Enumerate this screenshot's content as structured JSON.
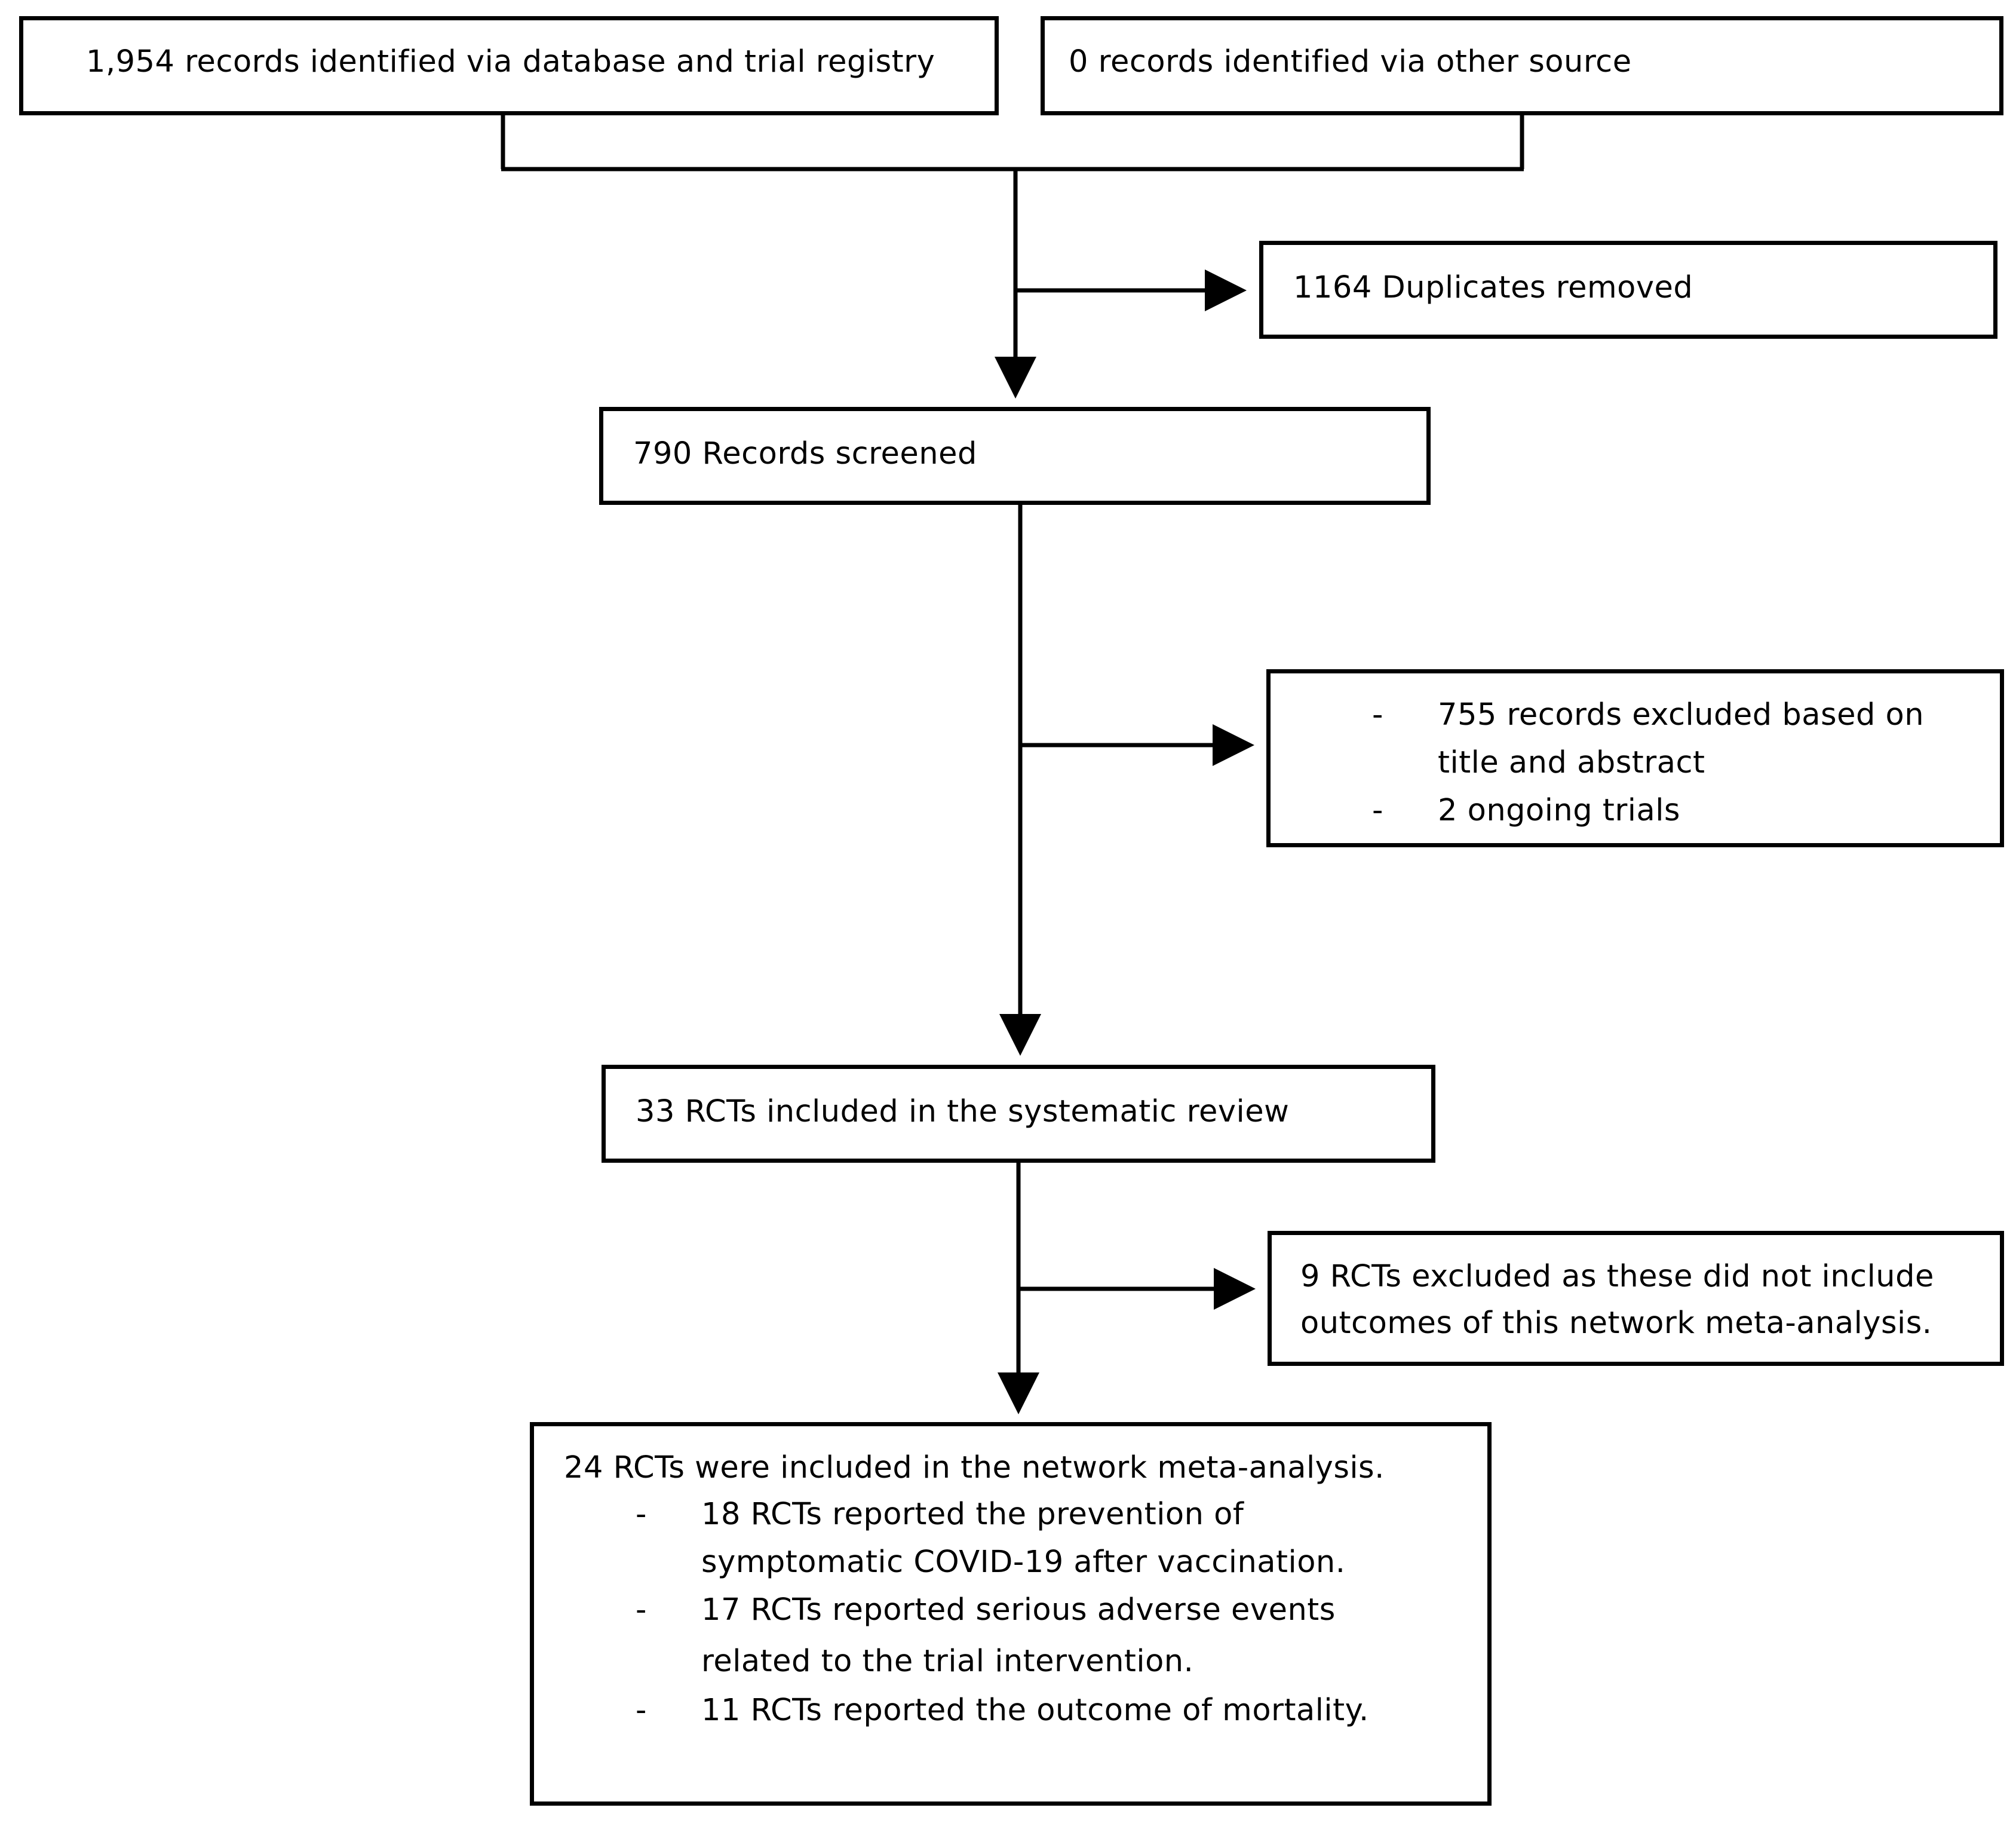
{
  "boxes": {
    "database_records": "1,954 records identified via database and trial registry",
    "other_records": "0 records identified via other source",
    "duplicates": "1164 Duplicates removed",
    "screened": "790 Records screened",
    "excluded_title_abstract": {
      "items": [
        {
          "dash": "-",
          "lines": [
            "755 records excluded based on",
            "title and abstract"
          ]
        },
        {
          "dash": "-",
          "lines": [
            "2 ongoing trials"
          ]
        }
      ]
    },
    "systematic_review": "33 RCTs included in the systematic review",
    "excluded_outcomes": [
      "9 RCTs excluded as these did not include",
      "outcomes of this network meta-analysis."
    ],
    "network_meta": {
      "heading": "24 RCTs were included in the network meta-analysis.",
      "items": [
        {
          "dash": "-",
          "lines": [
            "18 RCTs reported the prevention of",
            "symptomatic COVID-19 after vaccination."
          ]
        },
        {
          "dash": "-",
          "lines": [
            "17 RCTs reported serious adverse events",
            "related to the trial intervention."
          ]
        },
        {
          "dash": "-",
          "lines": [
            "11 RCTs reported the outcome of mortality."
          ]
        }
      ]
    }
  },
  "colors": {
    "line": "#000000",
    "box_border": "#000000",
    "background": "#ffffff"
  }
}
